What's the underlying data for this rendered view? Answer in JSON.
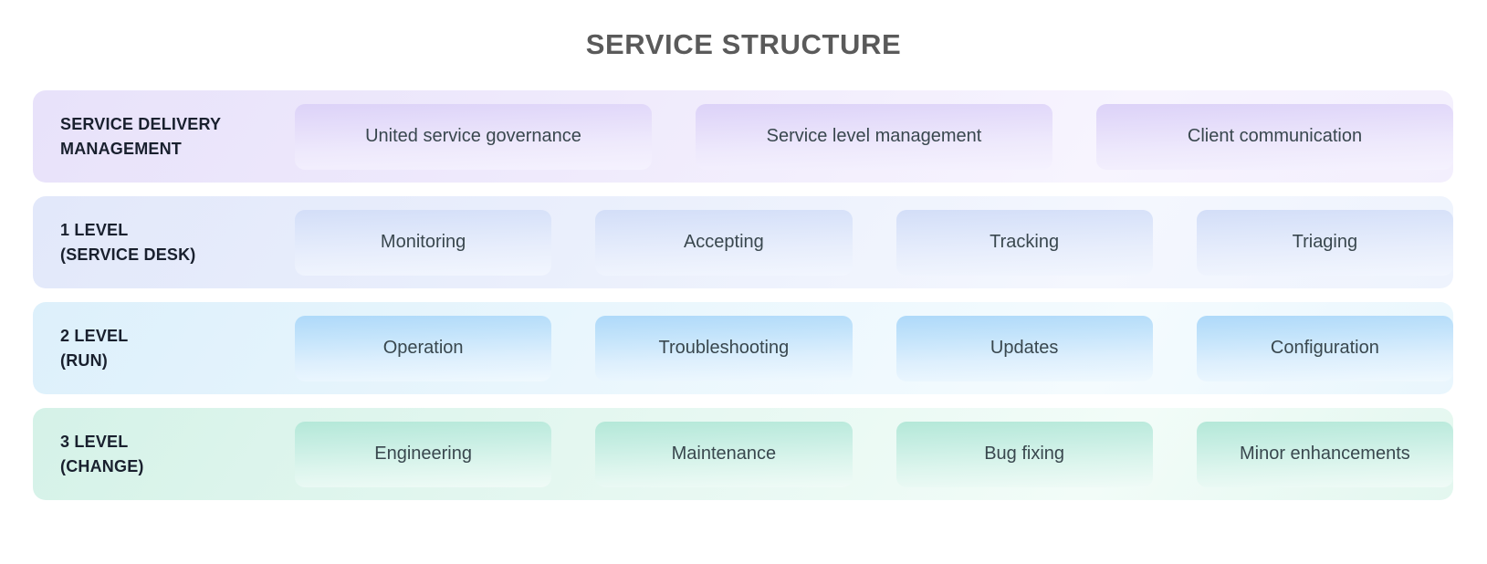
{
  "header": {
    "title": "SERVICE STRUCTURE"
  },
  "colors": {
    "title_text": "#5a5a5a",
    "label_text": "#19202e",
    "card_text": "#39474e",
    "band_purple": "#efeafc",
    "band_blue": "#eaeffc",
    "band_cyan": "#e9f6fd",
    "band_mint": "#e4f7f0",
    "card_purple": "#dcd2f8",
    "card_blue": "#d3def8",
    "card_cyan": "#aed9f9",
    "card_mint": "#b4e8d8",
    "background": "#ffffff"
  },
  "rows": [
    {
      "label": "SERVICE DELIVERY\nMANAGEMENT",
      "tone": "purple",
      "cards": [
        {
          "label": "United service governance"
        },
        {
          "label": "Service level management"
        },
        {
          "label": "Client communication"
        }
      ]
    },
    {
      "label": "1 LEVEL\n(SERVICE DESK)",
      "tone": "blue",
      "cards": [
        {
          "label": "Monitoring"
        },
        {
          "label": "Accepting"
        },
        {
          "label": "Tracking"
        },
        {
          "label": "Triaging"
        }
      ]
    },
    {
      "label": "2 LEVEL\n(RUN)",
      "tone": "cyan",
      "cards": [
        {
          "label": "Operation"
        },
        {
          "label": "Troubleshooting"
        },
        {
          "label": "Updates"
        },
        {
          "label": "Configuration"
        }
      ]
    },
    {
      "label": "3 LEVEL\n(CHANGE)",
      "tone": "mint",
      "cards": [
        {
          "label": "Engineering"
        },
        {
          "label": "Maintenance"
        },
        {
          "label": "Bug fixing"
        },
        {
          "label": "Minor enhancements"
        }
      ]
    }
  ]
}
